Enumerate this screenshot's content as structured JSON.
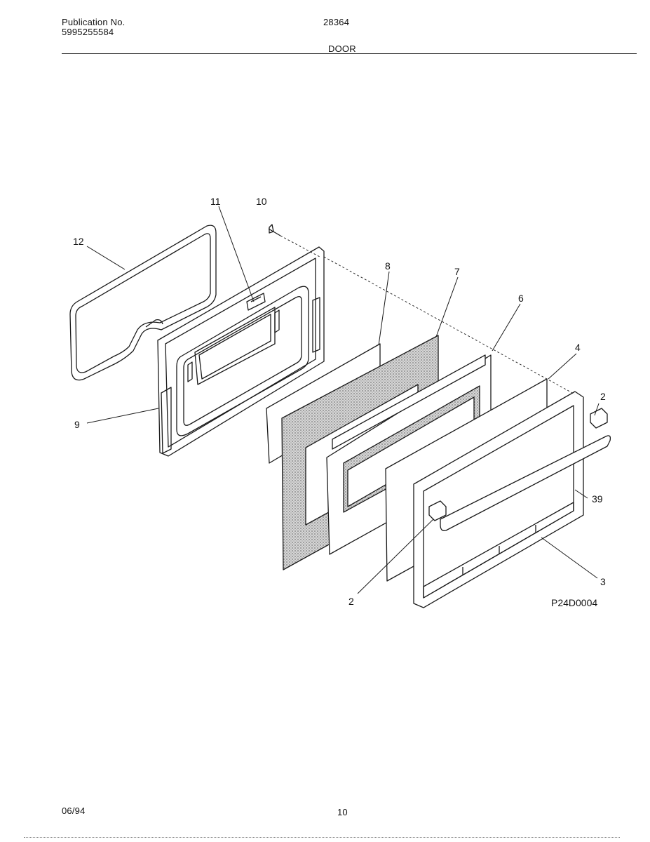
{
  "header": {
    "publication_label": "Publication No.",
    "publication_number": "5995255584",
    "model_number": "28364",
    "section_title": "DOOR"
  },
  "diagram": {
    "drawing_code": "P24D0004",
    "callouts": [
      "12",
      "11",
      "10",
      "8",
      "7",
      "6",
      "4",
      "2",
      "9",
      "39",
      "3",
      "2"
    ]
  },
  "footer": {
    "date": "06/94",
    "page_number": "10"
  },
  "colors": {
    "line": "#1a1a1a",
    "insulation": "#b8b8b8"
  }
}
